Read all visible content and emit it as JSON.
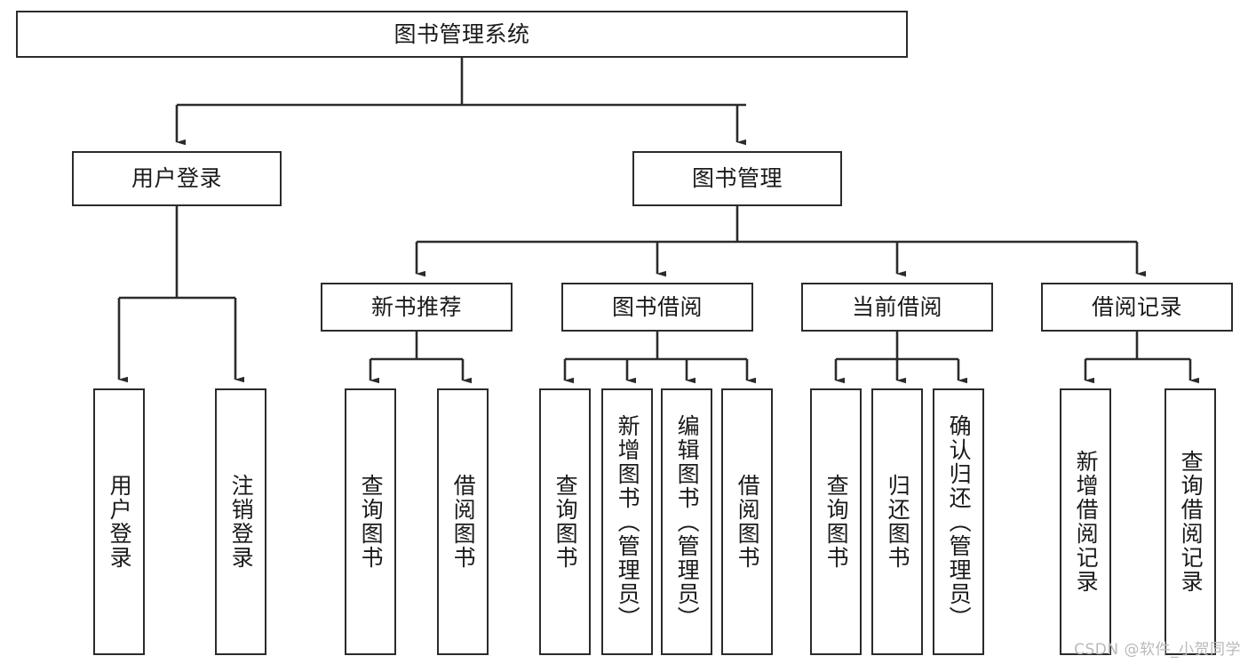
{
  "diagram": {
    "title": "图书管理系统",
    "watermark": "CSDN @软件_小贺同学",
    "stroke_color": "#2b2b2b",
    "fill_color": "#ffffff",
    "text_color": "#1a1a1a",
    "watermark_color": "#b9b9b9",
    "nodes": {
      "root": "图书管理系统",
      "user_login": "用户登录",
      "book_manage": "图书管理",
      "new_book_rec": "新书推荐",
      "book_borrow": "图书借阅",
      "current_borrow": "当前借阅",
      "borrow_record": "借阅记录",
      "leaf_user_login": "用户登录",
      "leaf_user_logout": "注销登录",
      "leaf_rec_query": "查询图书",
      "leaf_rec_borrow": "借阅图书",
      "leaf_borrow_query": "查询图书",
      "leaf_borrow_add": "新增图书（管理员）",
      "leaf_borrow_edit": "编辑图书（管理员）",
      "leaf_borrow_do": "借阅图书",
      "leaf_cur_query": "查询图书",
      "leaf_cur_return": "归还图书",
      "leaf_cur_confirm": "确认归还（管理员）",
      "leaf_rec_add": "新增借阅记录",
      "leaf_rec_search": "查询借阅记录"
    }
  }
}
